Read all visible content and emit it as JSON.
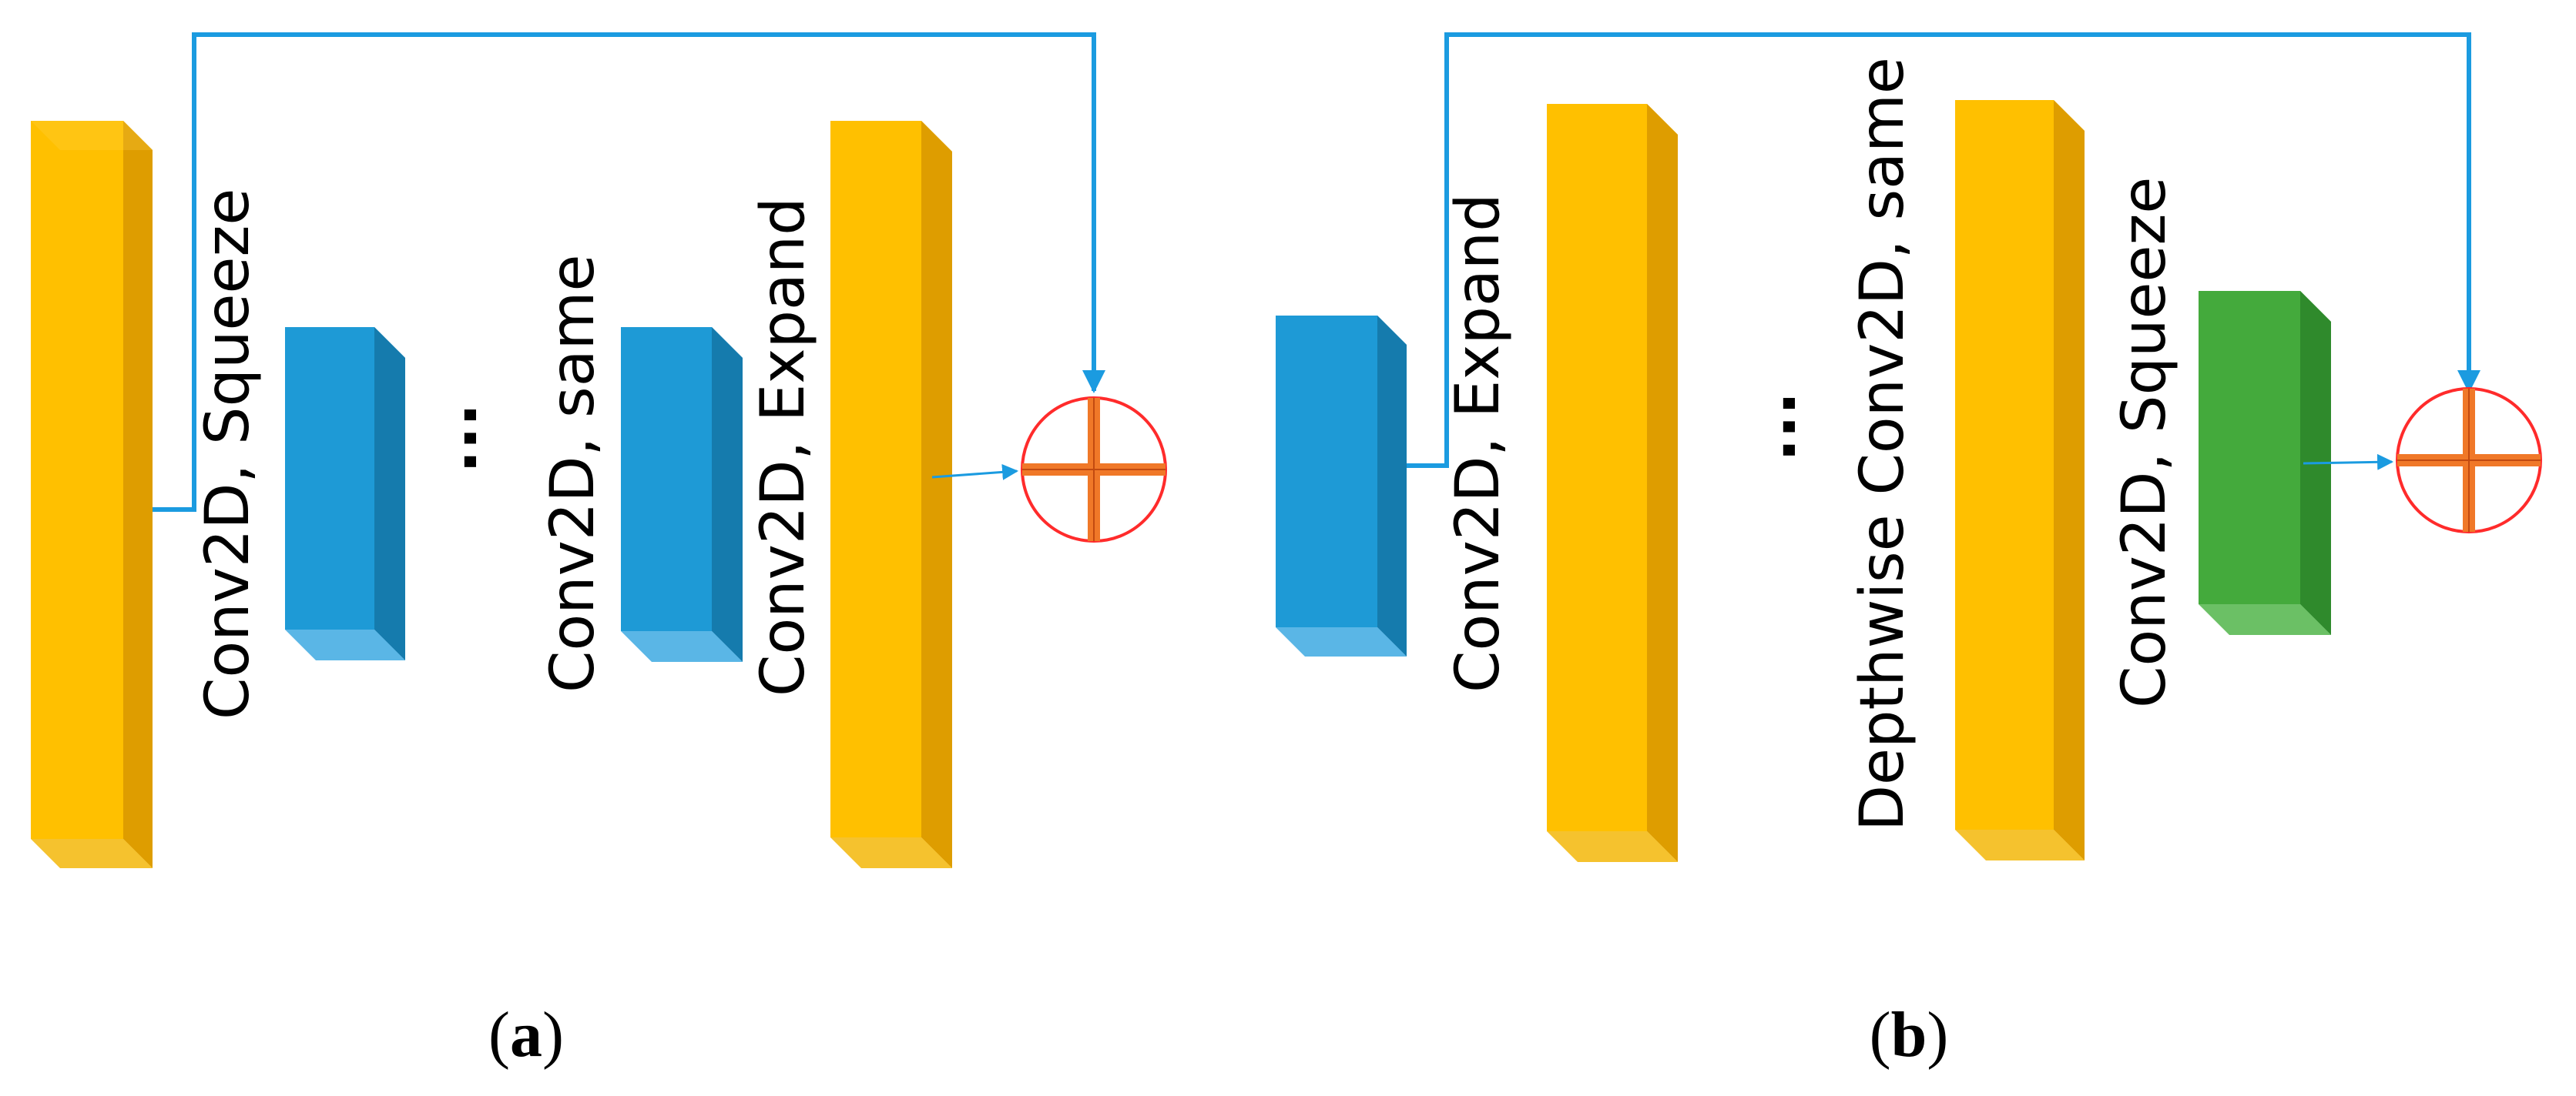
{
  "colors": {
    "yellow": "#FFC000",
    "blue": "#1E9AD6",
    "green": "#44AA3C",
    "connector": "#1B9BE0",
    "sum_circle": "#FF2B2B",
    "sum_plus": "#F07828"
  },
  "panel_a": {
    "label_squeeze": "Conv2D, Squeeze",
    "ellipsis": "...",
    "label_same": "Conv2D, same",
    "label_expand": "Conv2D, Expand",
    "caption_open": "(",
    "caption_letter": "a",
    "caption_close": ")"
  },
  "panel_b": {
    "label_expand": "Conv2D, Expand",
    "ellipsis": "...",
    "label_depthwise": "Depthwise Conv2D, same",
    "label_squeeze": "Conv2D, Squeeze",
    "caption_open": "(",
    "caption_letter": "b",
    "caption_close": ")"
  }
}
